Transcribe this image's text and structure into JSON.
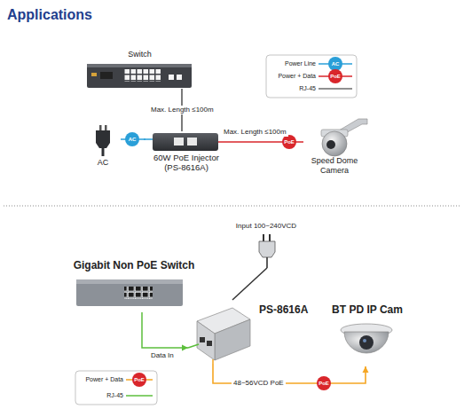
{
  "diagram": {
    "title": "Applications",
    "nodes": [
      {
        "text": [
          "Switch"
        ]
      },
      {
        "text": [
          "AC"
        ]
      },
      {
        "text": [
          "60W PoE Injector (PS-8616A)"
        ]
      },
      {
        "text": [
          "Speed Dome Camera"
        ]
      },
      {
        "text": [
          "Gigabit Non PoE Switch"
        ]
      },
      {
        "text": [
          "Input 100~240VCD"
        ]
      },
      {
        "text": [
          "PS-8616A"
        ]
      },
      {
        "text": [
          "BT PD IP Cam"
        ]
      }
    ],
    "edges": [
      {
        "from": 0,
        "to": 2,
        "arrow": "none",
        "label": "Max. Length ≤100m"
      },
      {
        "from": 1,
        "to": 2,
        "arrow": "none"
      },
      {
        "from": 2,
        "to": 3,
        "arrow": "none",
        "label": "Max. Length ≤100m"
      },
      {
        "from": 4,
        "to": 6,
        "arrow": "to",
        "label": "Data In"
      },
      {
        "from": 5,
        "to": 6,
        "arrow": "none"
      },
      {
        "from": 6,
        "to": 7,
        "arrow": "to",
        "label": "48~56VCD PoE"
      }
    ],
    "labels": [
      "AC",
      "PoE",
      "AC",
      "PoE",
      "PoE",
      "PoE"
    ],
    "legend": [
      {
        "text": "Power Line"
      },
      {
        "text": "Power + Data"
      },
      {
        "text": "RJ-45"
      },
      {
        "text": "Power + Data"
      },
      {
        "text": "RJ-45"
      }
    ]
  }
}
